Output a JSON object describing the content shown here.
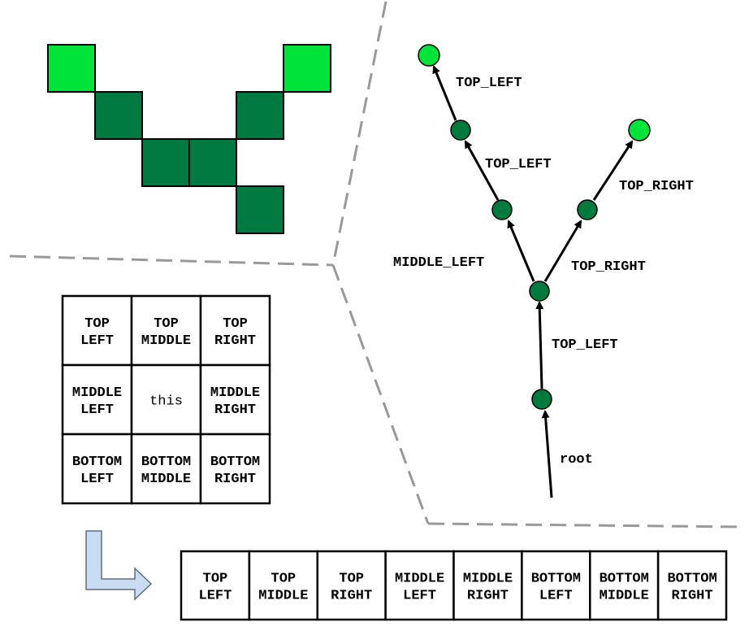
{
  "colors": {
    "light_green": "#00e33a",
    "dark_green": "#007a40",
    "node_fill": "#007a3d",
    "leaf_fill": "#00e33a",
    "divider": "#999999",
    "arrow_fill": "#c9dcf2",
    "arrow_stroke": "#5a6f86",
    "line": "#000000"
  },
  "pattern": {
    "cells": [
      {
        "col": 0,
        "row": 0,
        "shade": "light"
      },
      {
        "col": 5,
        "row": 0,
        "shade": "light"
      },
      {
        "col": 1,
        "row": 1,
        "shade": "dark"
      },
      {
        "col": 4,
        "row": 1,
        "shade": "dark"
      },
      {
        "col": 2,
        "row": 2,
        "shade": "dark"
      },
      {
        "col": 3,
        "row": 2,
        "shade": "dark"
      },
      {
        "col": 4,
        "row": 3,
        "shade": "dark"
      }
    ]
  },
  "grid": {
    "cells": [
      [
        "TOP\nLEFT",
        "TOP\nMIDDLE",
        "TOP\nRIGHT"
      ],
      [
        "MIDDLE\nLEFT",
        "this",
        "MIDDLE\nRIGHT"
      ],
      [
        "BOTTOM\nLEFT",
        "BOTTOM\nMIDDLE",
        "BOTTOM\nRIGHT"
      ]
    ]
  },
  "sequence": {
    "cells": [
      "TOP\nLEFT",
      "TOP\nMIDDLE",
      "TOP\nRIGHT",
      "MIDDLE\nLEFT",
      "MIDDLE\nRIGHT",
      "BOTTOM\nLEFT",
      "BOTTOM\nMIDDLE",
      "BOTTOM\nRIGHT"
    ]
  },
  "tree": {
    "labels": {
      "root": "root",
      "edge_root_to_n2": "TOP_LEFT",
      "edge_n2_to_left": "MIDDLE_LEFT",
      "edge_n2_to_right": "TOP_RIGHT",
      "edge_left_to_n4": "TOP_LEFT",
      "edge_n4_to_leaf": "TOP_LEFT",
      "edge_right_to_leaf": "TOP_RIGHT"
    }
  }
}
